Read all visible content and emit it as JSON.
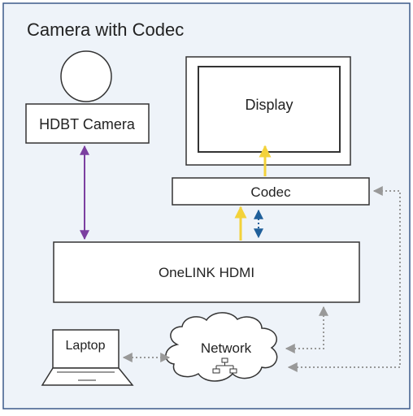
{
  "title": "Camera with Codec",
  "nodes": {
    "camera": "HDBT Camera",
    "display": "Display",
    "codec": "Codec",
    "onelink": "OneLINK HDMI",
    "laptop": "Laptop",
    "network": "Network"
  },
  "colors": {
    "panel_bg": "#eef3f9",
    "panel_border": "#3b5a8a",
    "box_border": "#333333",
    "video_arrow": "#f3d23a",
    "camera_link": "#7b3fa0",
    "codec_control": "#1f5f9a",
    "network_link": "#999999"
  }
}
